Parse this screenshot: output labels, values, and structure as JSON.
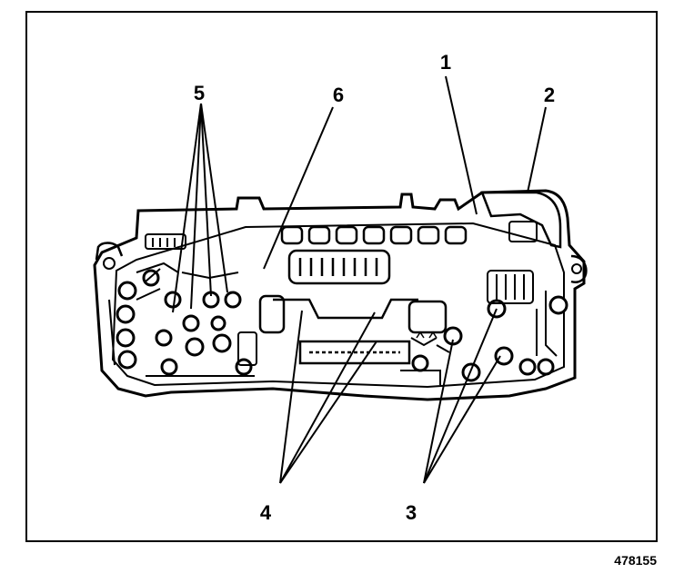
{
  "figure": {
    "number": "478155",
    "ink_color": "#000000",
    "background_color": "#ffffff"
  },
  "callouts": [
    {
      "id": "c1",
      "label": "1"
    },
    {
      "id": "c2",
      "label": "2"
    },
    {
      "id": "c3",
      "label": "3"
    },
    {
      "id": "c4",
      "label": "4"
    },
    {
      "id": "c5",
      "label": "5"
    },
    {
      "id": "c6",
      "label": "6"
    }
  ]
}
